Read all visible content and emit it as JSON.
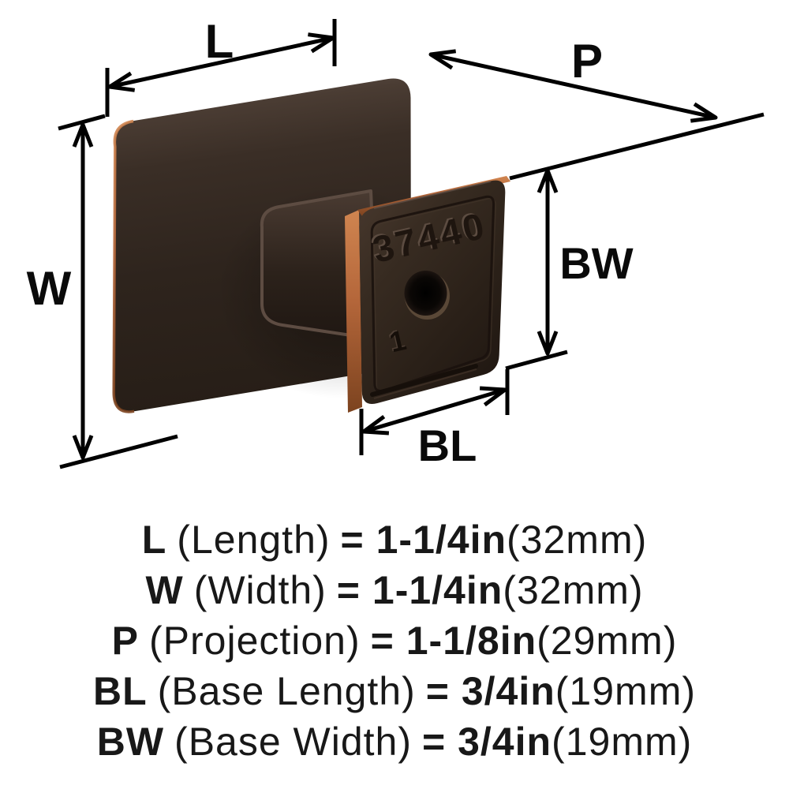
{
  "diagram": {
    "callouts": {
      "L": "L",
      "W": "W",
      "P": "P",
      "BW": "BW",
      "BL": "BL"
    },
    "knob": {
      "model_number": "37440",
      "orientation_mark": "1"
    },
    "colors": {
      "line": "#000000",
      "bronze_dark": "#241b15",
      "bronze_mid": "#352a23",
      "bronze_light": "#6e6057",
      "copper_edge": "#b4663a"
    }
  },
  "spec_lines": [
    {
      "code": "L",
      "name": "(Length)",
      "equals_value": "= 1-1/4in",
      "metric": "(32mm)"
    },
    {
      "code": "W",
      "name": "(Width)",
      "equals_value": "= 1-1/4in",
      "metric": "(32mm)"
    },
    {
      "code": "P",
      "name": "(Projection)",
      "equals_value": "= 1-1/8in",
      "metric": "(29mm)"
    },
    {
      "code": "BL",
      "name": "(Base Length)",
      "equals_value": "= 3/4in",
      "metric": "(19mm)"
    },
    {
      "code": "BW",
      "name": "(Base Width)",
      "equals_value": "= 3/4in",
      "metric": "(19mm)"
    }
  ]
}
